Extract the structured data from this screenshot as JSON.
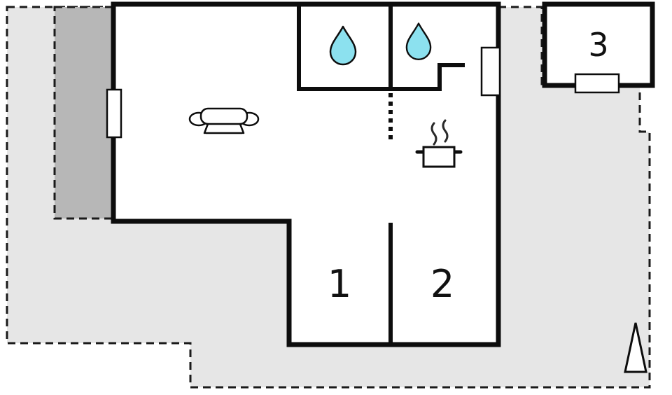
{
  "meta": {
    "type": "floor-plan"
  },
  "rooms": [
    {
      "id": "room-1",
      "label": "1"
    },
    {
      "id": "room-2",
      "label": "2"
    },
    {
      "id": "room-3",
      "label": "3"
    }
  ],
  "icons": [
    "water-drop-icon",
    "water-drop-icon",
    "sofa-icon",
    "stove-pot-icon",
    "steam-icon",
    "north-arrow-icon",
    "window-icon",
    "window-icon",
    "window-icon",
    "door-opening-dashes"
  ],
  "colors": {
    "background": "#ffffff",
    "terrace_light": "#e6e6e6",
    "terrace_dark": "#b7b7b7",
    "wall": "#0d0d0d",
    "dash": "#1a1a1a",
    "water": "#8ce1ef"
  }
}
